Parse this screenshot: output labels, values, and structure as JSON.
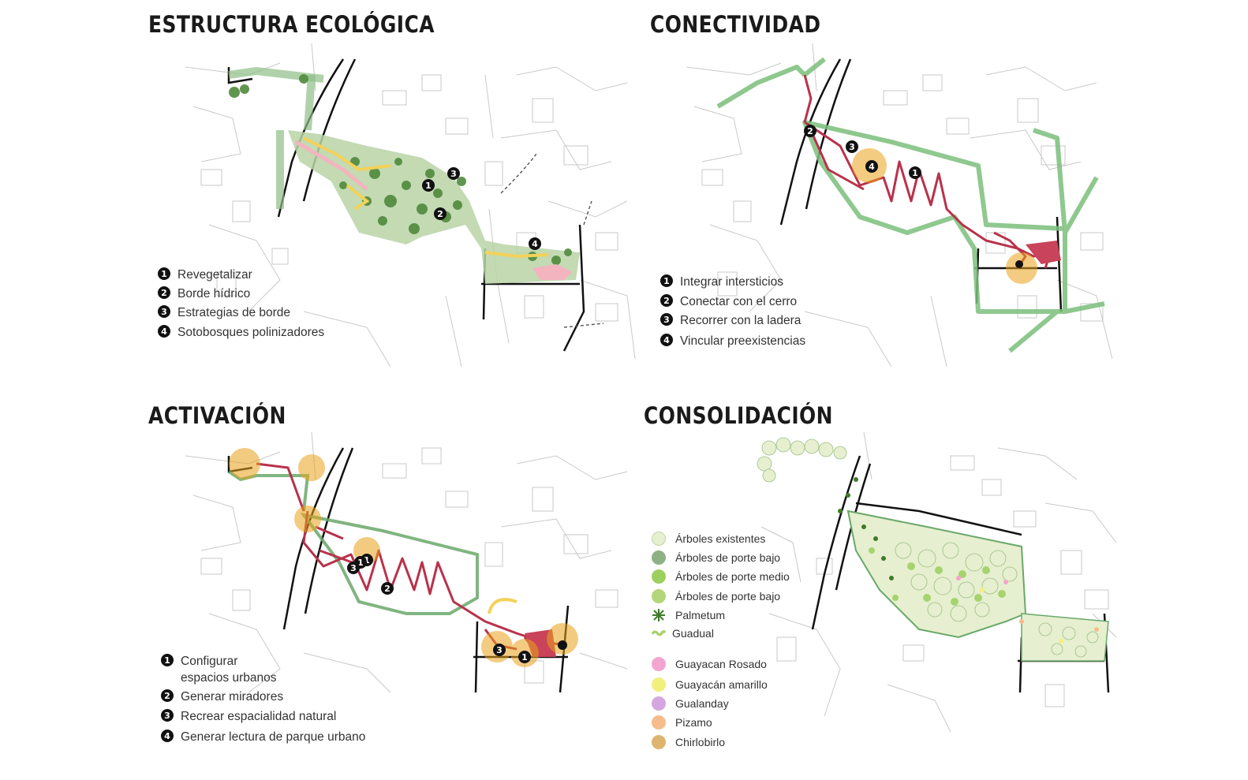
{
  "panels": [
    {
      "title": "ESTRUCTURA ECOLÓGICA",
      "legend": [
        {
          "num": "1",
          "label": "Revegetalizar"
        },
        {
          "num": "2",
          "label": "Borde hídrico"
        },
        {
          "num": "3",
          "label": "Estrategias de borde"
        },
        {
          "num": "4",
          "label": "Sotobosques polinizadores"
        }
      ]
    },
    {
      "title": "CONECTIVIDAD",
      "legend": [
        {
          "num": "1",
          "label": "Integrar intersticios"
        },
        {
          "num": "2",
          "label": "Conectar con el cerro"
        },
        {
          "num": "3",
          "label": "Recorrer con la ladera"
        },
        {
          "num": "4",
          "label": "Vincular preexistencias"
        }
      ]
    },
    {
      "title": "ACTIVACIÓN",
      "legend": [
        {
          "num": "1",
          "label": "Configurar",
          "label2": "espacios urbanos"
        },
        {
          "num": "2",
          "label": "Generar miradores"
        },
        {
          "num": "3",
          "label": "Recrear espacialidad natural"
        },
        {
          "num": "4",
          "label": "Generar lectura de parque urbano"
        }
      ]
    },
    {
      "title": "CONSOLIDACIÓN",
      "legend": [
        {
          "label": "Árboles existentes",
          "color": "#e6efcf"
        },
        {
          "label": "Árboles de porte bajo",
          "color": "#8db184"
        },
        {
          "label": "Árboles de porte medio",
          "color": "#9ccf5e"
        },
        {
          "label": "Árboles de porte bajo",
          "color": "#b3d67a"
        },
        {
          "label": "Palmetum",
          "color": "#3f7a2a"
        },
        {
          "label": "Guadual",
          "color": "#a9cf6a"
        },
        {
          "label": "Guayacan Rosado",
          "color": "#f2a6cf"
        },
        {
          "label": "Guayacán amarillo",
          "color": "#f3ef7d"
        },
        {
          "label": "Gualanday",
          "color": "#d6a6e0"
        },
        {
          "label": "Pizamo",
          "color": "#f6bc8c"
        },
        {
          "label": "Chirlobirlo",
          "color": "#ddb56f"
        }
      ]
    }
  ],
  "map_markers": [
    [
      "1",
      "2",
      "3",
      "4"
    ],
    [
      "1",
      "2",
      "3",
      "4"
    ],
    [
      "1",
      "1",
      "3",
      "2",
      "3",
      "1"
    ],
    []
  ],
  "colors": {
    "green_zone": "#b9d4a6",
    "green_line": "#6aa86a",
    "tree_dark": "#4f8a3c",
    "path_red": "#b8324a",
    "orange_node": "#e9a21a",
    "yellow_path": "#f3d25a",
    "pink_area": "#f4b4bf"
  }
}
